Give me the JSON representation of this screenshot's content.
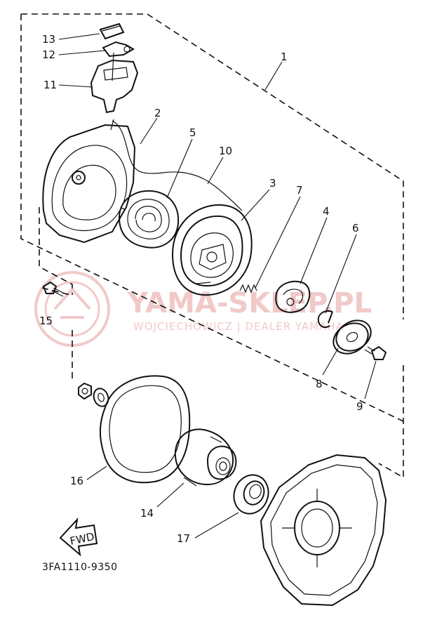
{
  "diagram": {
    "callouts": [
      {
        "id": "c1",
        "number": "1"
      },
      {
        "id": "c2",
        "number": "2"
      },
      {
        "id": "c3",
        "number": "3"
      },
      {
        "id": "c4",
        "number": "4"
      },
      {
        "id": "c5",
        "number": "5"
      },
      {
        "id": "c6",
        "number": "6"
      },
      {
        "id": "c7",
        "number": "7"
      },
      {
        "id": "c8",
        "number": "8"
      },
      {
        "id": "c9",
        "number": "9"
      },
      {
        "id": "c10",
        "number": "10"
      },
      {
        "id": "c11",
        "number": "11"
      },
      {
        "id": "c12",
        "number": "12"
      },
      {
        "id": "c13",
        "number": "13"
      },
      {
        "id": "c14",
        "number": "14"
      },
      {
        "id": "c15",
        "number": "15"
      },
      {
        "id": "c16",
        "number": "16"
      },
      {
        "id": "c17",
        "number": "17"
      }
    ],
    "direction_arrow": "FWD",
    "diagram_code": "3FA1110-9350"
  },
  "watermark": {
    "brand": "YAMA-SKLEP.PL",
    "tagline": "WOJCIECHOWICZ | DEALER YAMAHA",
    "color": "#f1c9c9"
  }
}
